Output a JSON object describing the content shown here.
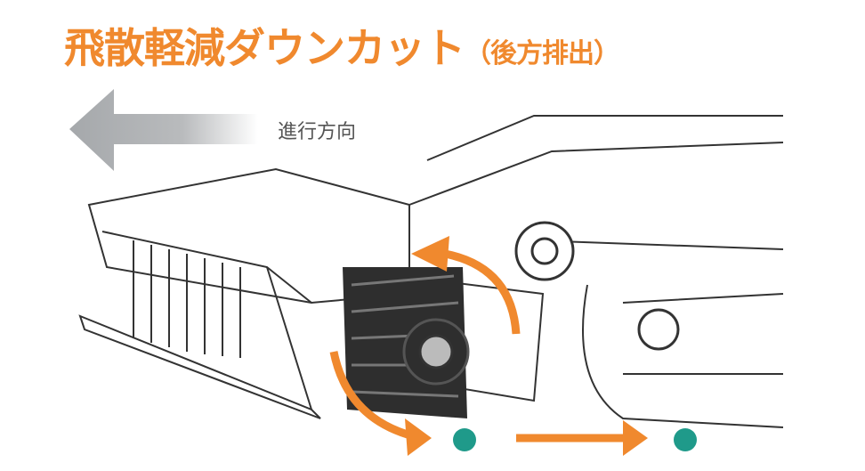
{
  "title": {
    "main": "飛散軽減ダウンカット",
    "sub": "（後方排出）"
  },
  "direction_label": "進行方向",
  "colors": {
    "accent": "#f0892e",
    "arrow_gray": "#a5a8ab",
    "teal": "#1f9a8a",
    "line": "#333333"
  }
}
